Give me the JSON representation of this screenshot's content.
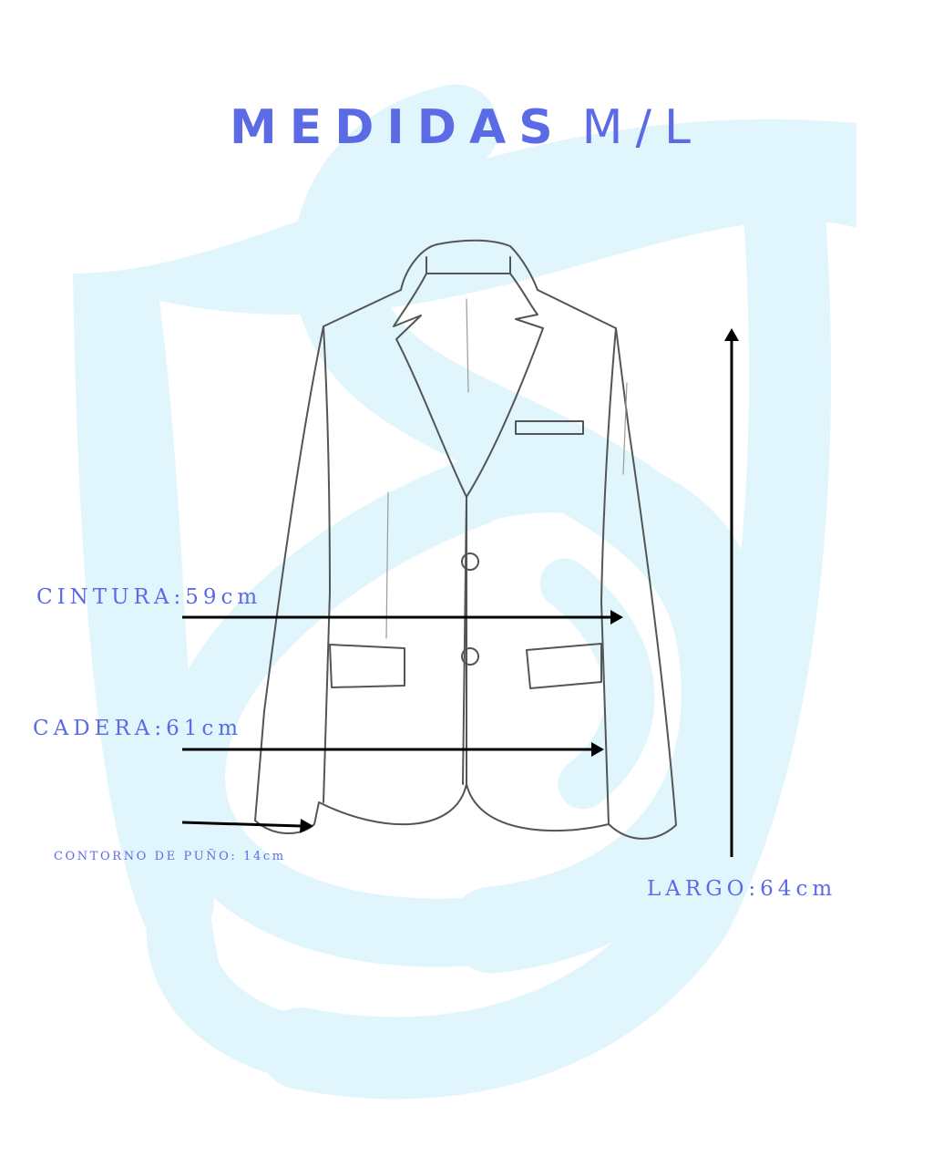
{
  "title": {
    "bold": "MEDIDAS",
    "light": "M/L"
  },
  "measurements": {
    "cintura": "CINTURA:59cm",
    "cadera": "CADERA:61cm",
    "puno": "CONTORNO DE PUÑO: 14cm",
    "largo": "LARGO:64cm"
  },
  "colors": {
    "accent": "#5B6BE6",
    "watermark": "#E0F6FC",
    "outline": "#555555",
    "arrow": "#000000"
  }
}
